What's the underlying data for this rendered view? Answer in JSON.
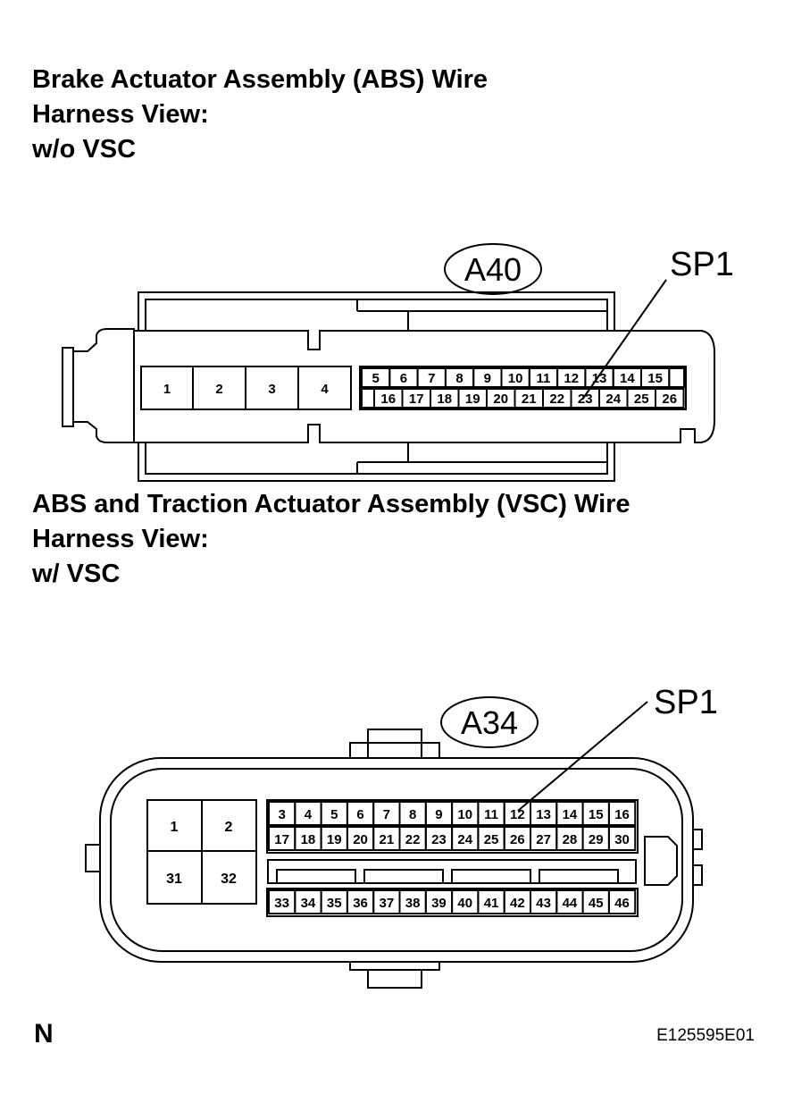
{
  "views": [
    {
      "title_lines": [
        "Brake Actuator Assembly (ABS) Wire",
        "Harness View:",
        "w/o VSC"
      ],
      "connector_id": "A40",
      "callout": "SP1",
      "large_pins": [
        "1",
        "2",
        "3",
        "4"
      ],
      "pin_rows": [
        [
          "5",
          "6",
          "7",
          "8",
          "9",
          "10",
          "11",
          "12",
          "13",
          "14",
          "15"
        ],
        [
          "16",
          "17",
          "18",
          "19",
          "20",
          "21",
          "22",
          "23",
          "24",
          "25",
          "26"
        ]
      ],
      "callout_pin": "23"
    },
    {
      "title_lines": [
        "ABS and Traction Actuator Assembly (VSC) Wire",
        "Harness View:",
        "w/ VSC"
      ],
      "connector_id": "A34",
      "callout": "SP1",
      "large_pins": [
        "1",
        "2",
        "31",
        "32"
      ],
      "pin_rows": [
        [
          "3",
          "4",
          "5",
          "6",
          "7",
          "8",
          "9",
          "10",
          "11",
          "12",
          "13",
          "14",
          "15",
          "16"
        ],
        [
          "17",
          "18",
          "19",
          "20",
          "21",
          "22",
          "23",
          "24",
          "25",
          "26",
          "27",
          "28",
          "29",
          "30"
        ],
        [
          "33",
          "34",
          "35",
          "36",
          "37",
          "38",
          "39",
          "40",
          "41",
          "42",
          "43",
          "44",
          "45",
          "46"
        ]
      ],
      "callout_pin": "12"
    }
  ],
  "orientation_mark": "N",
  "figure_id": "E125595E01"
}
